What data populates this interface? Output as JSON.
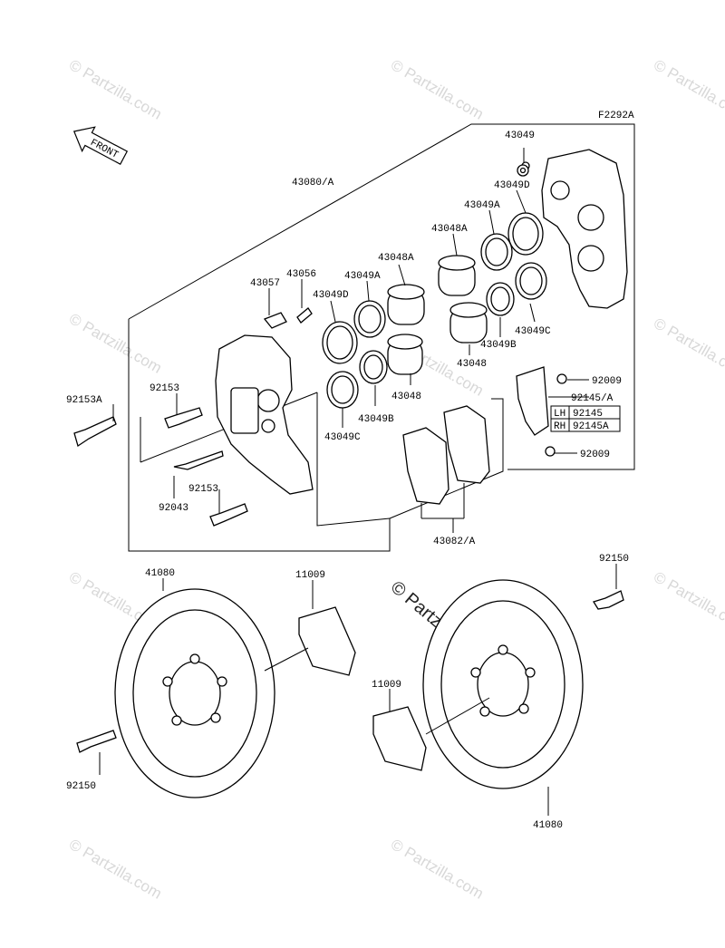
{
  "diagram": {
    "code": "F2292A",
    "front_label": "FRONT",
    "watermark_text": "© Partzilla.com",
    "watermark_main": "© Partzilla.com",
    "parts": {
      "p43049_top": "43049",
      "p43049D_r": "43049D",
      "p43080A": "43080/A",
      "p43049A_r": "43049A",
      "p43048A_r": "43048A",
      "p43048A_l": "43048A",
      "p43056": "43056",
      "p43049A_l": "43049A",
      "p43057": "43057",
      "p43049D_l": "43049D",
      "p43049C_r": "43049C",
      "p43049B_r": "43049B",
      "p43048_r": "43048",
      "p92009_top": "92009",
      "p92145A": "92145/A",
      "p92153A": "92153A",
      "p92153_top": "92153",
      "p43048_l": "43048",
      "p43049B_l": "43049B",
      "p43049C_l": "43049C",
      "p92009_bot": "92009",
      "p92043": "92043",
      "p92153_bot": "92153",
      "p43082A": "43082/A",
      "p41080_l": "41080",
      "p11009_top": "11009",
      "p92150_r": "92150",
      "p92150_l": "92150",
      "p11009_bot": "11009",
      "p41080_r": "41080"
    },
    "table": [
      {
        "side": "LH",
        "part": "92145"
      },
      {
        "side": "RH",
        "part": "92145A"
      }
    ]
  }
}
